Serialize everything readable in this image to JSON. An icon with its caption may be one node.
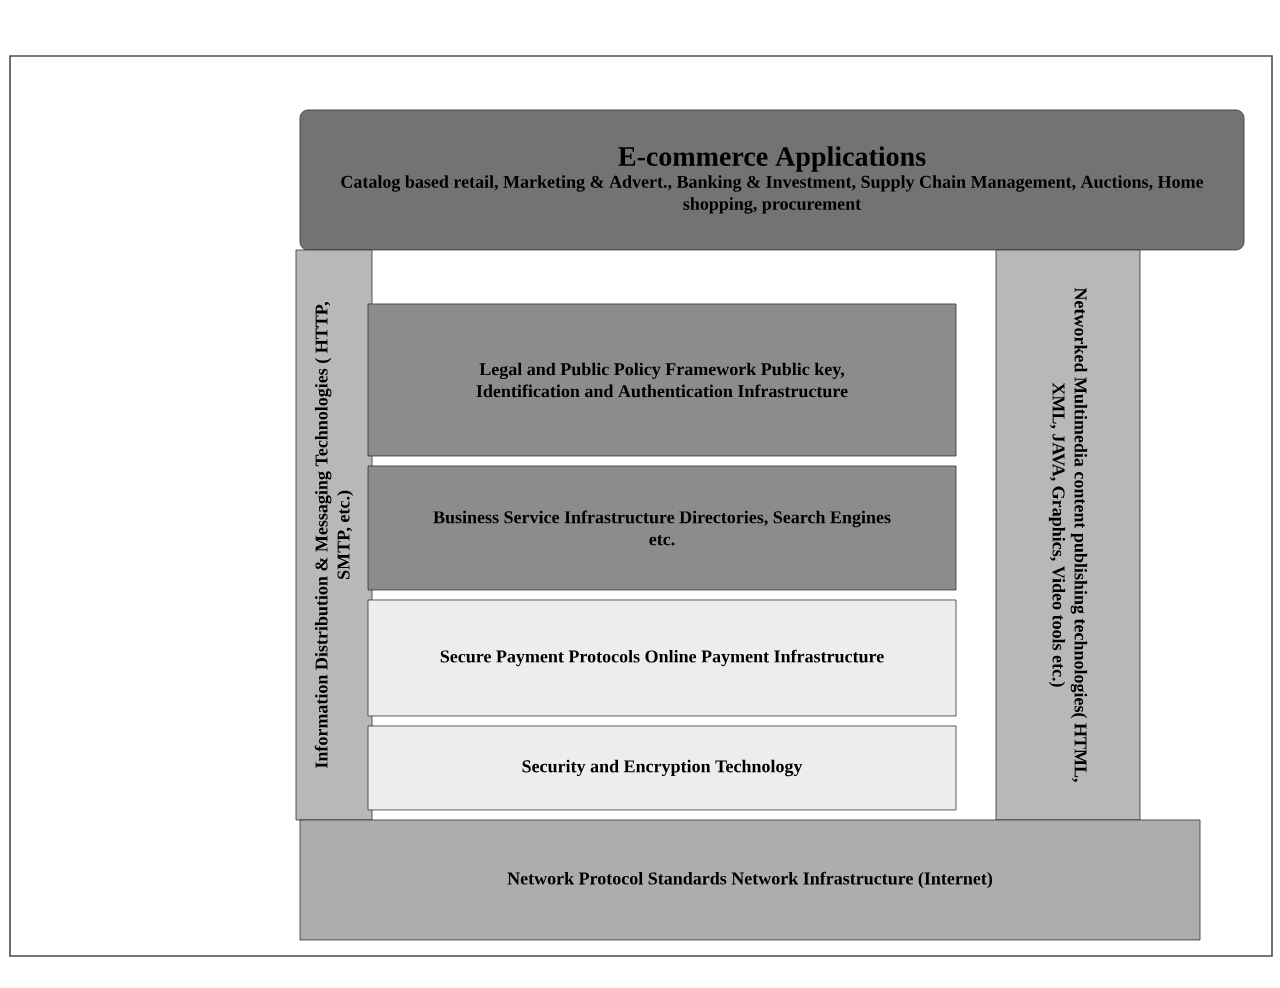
{
  "diagram": {
    "nodes": [
      {
        "text": [
          "E-commerce Applications",
          "Catalog based retail, Marketing & Advert., Banking & Investment, Supply Chain Management, Auctions, Home shopping, procurement"
        ]
      },
      {
        "text": [
          "Information Distribution & Messaging Technologies ( HTTP, SMTP, etc.)"
        ]
      },
      {
        "text": [
          "Legal and Public Policy Framework Public key, Identification and Authentication Infrastructure"
        ]
      },
      {
        "text": [
          "Business Service Infrastructure Directories, Search Engines etc."
        ]
      },
      {
        "text": [
          "Secure Payment Protocols Online Payment Infrastructure"
        ]
      },
      {
        "text": [
          "Security and Encryption Technology"
        ]
      },
      {
        "text": [
          "Networked Multimedia content publishing technologies( HTML, XML, JAVA, Graphics, Video tools etc.)"
        ]
      },
      {
        "text": [
          "Network Protocol Standards Network Infrastructure (Internet)"
        ]
      }
    ]
  }
}
